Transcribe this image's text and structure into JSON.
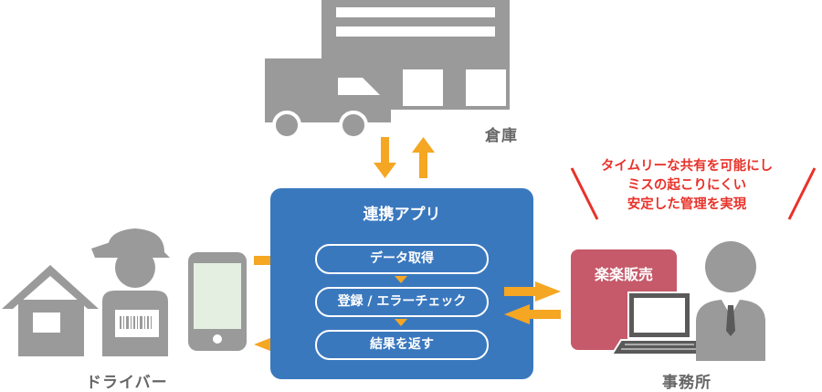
{
  "warehouse": {
    "label": "倉庫"
  },
  "app": {
    "title": "連携アプリ",
    "steps": [
      "データ取得",
      "登録 / エラーチェック",
      "結果を返す"
    ]
  },
  "driver": {
    "label": "ドライバー"
  },
  "office": {
    "label": "事務所",
    "system_label": "楽楽販売"
  },
  "callout": {
    "lines": [
      "タイムリーな共有を可能にし",
      "ミスの起こりにくい",
      "安定した管理を実現"
    ]
  },
  "colors": {
    "app_panel": "#3a78be",
    "arrow": "#f5a623",
    "rakuraku": "#c65a6a",
    "callout_text": "#e8322a",
    "icon_gray": "#9a9a9a"
  },
  "icons": [
    "warehouse-icon",
    "truck-icon",
    "house-icon",
    "driver-icon",
    "barcode-icon",
    "smartphone-icon",
    "laptop-icon",
    "businessman-icon"
  ]
}
